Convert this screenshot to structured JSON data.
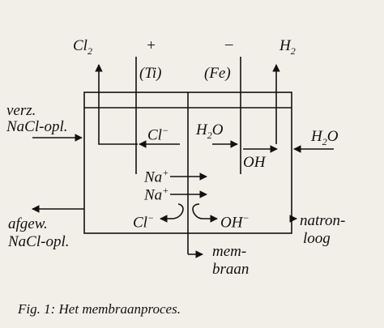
{
  "diagram": {
    "cl2_label": {
      "base": "Cl",
      "sub": "2"
    },
    "plus_label": "+",
    "minus_label": "–",
    "h2_label": {
      "base": "H",
      "sub": "2"
    },
    "anode_material": "(Ti)",
    "cathode_material": "(Fe)",
    "feed_label": {
      "line1": "verz.",
      "line2": "NaCl-opl."
    },
    "chloride_ion": {
      "base": "Cl",
      "sup": "−"
    },
    "water_feed_cell": {
      "base": "H",
      "sub": "2",
      "tail": "O"
    },
    "hydroxide_cell": "OH",
    "water_feed_outside": {
      "base": "H",
      "sub": "2",
      "tail": "O"
    },
    "sodium_ion_1": {
      "base": "Na",
      "sup": "+"
    },
    "sodium_ion_2": {
      "base": "Na",
      "sup": "+"
    },
    "chloride_bottom": {
      "base": "Cl",
      "sup": "−"
    },
    "hydroxide_bottom": {
      "base": "OH",
      "sup": "−"
    },
    "outlet_left": {
      "line1": "afgew.",
      "line2": "NaCl-opl."
    },
    "outlet_right": {
      "line1": "natron-",
      "line2": "loog"
    },
    "membrane_label": {
      "line1": "mem-",
      "line2": "braan"
    }
  },
  "caption": "Fig. 1: Het membraanproces."
}
